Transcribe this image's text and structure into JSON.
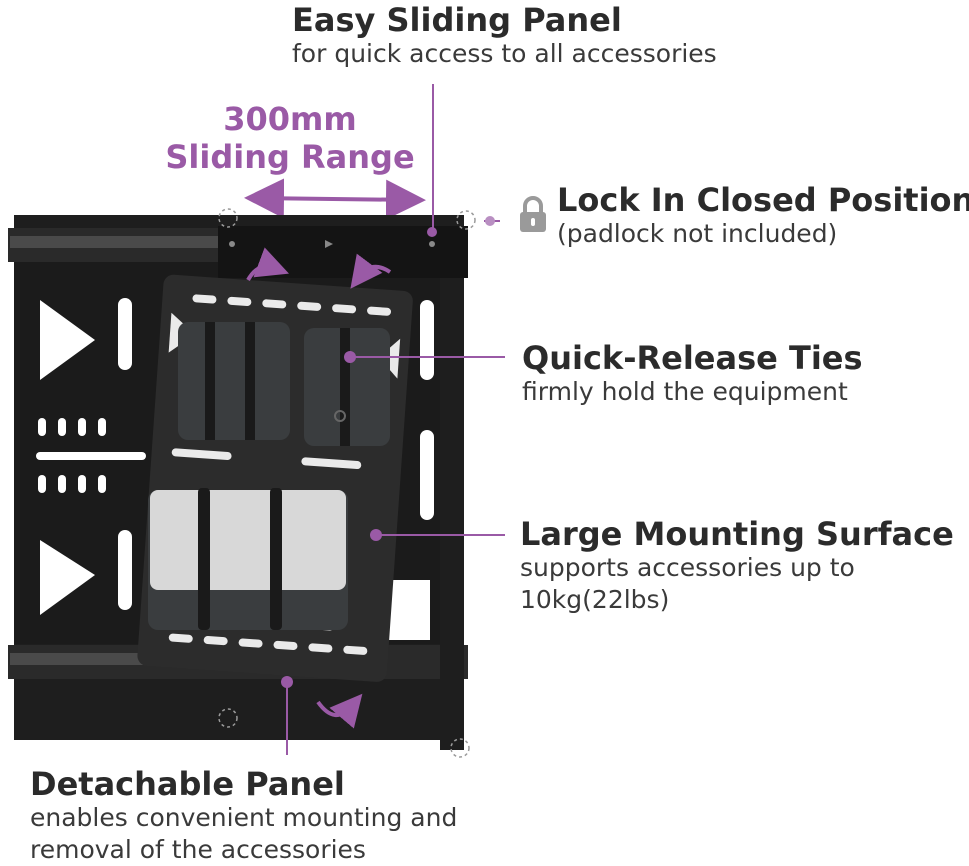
{
  "callouts": {
    "sliding": {
      "title": "Easy Sliding Panel",
      "subtitle": "for quick access to all accessories"
    },
    "range": {
      "line1": "300mm",
      "line2": "Sliding Range"
    },
    "lock": {
      "title": "Lock In Closed Position",
      "subtitle": "(padlock not included)"
    },
    "ties": {
      "title": "Quick-Release Ties",
      "subtitle": "firmly hold the equipment"
    },
    "surface": {
      "title": "Large Mounting Surface",
      "subtitle_line1": "supports accessories up to",
      "subtitle_line2": "10kg(22lbs)"
    },
    "detachable": {
      "title": "Detachable Panel",
      "subtitle_line1": "enables convenient mounting and",
      "subtitle_line2": "removal of the accessories"
    }
  },
  "colors": {
    "accent": "#9a5aa6",
    "text": "#2b2b2b",
    "metal": "#1e1e1e",
    "panel": "#2c2c2c",
    "device": "#3a3d3f",
    "device_light": "#d8d8d8"
  },
  "icons": [
    "padlock-icon",
    "rotate-arrow-icon"
  ]
}
